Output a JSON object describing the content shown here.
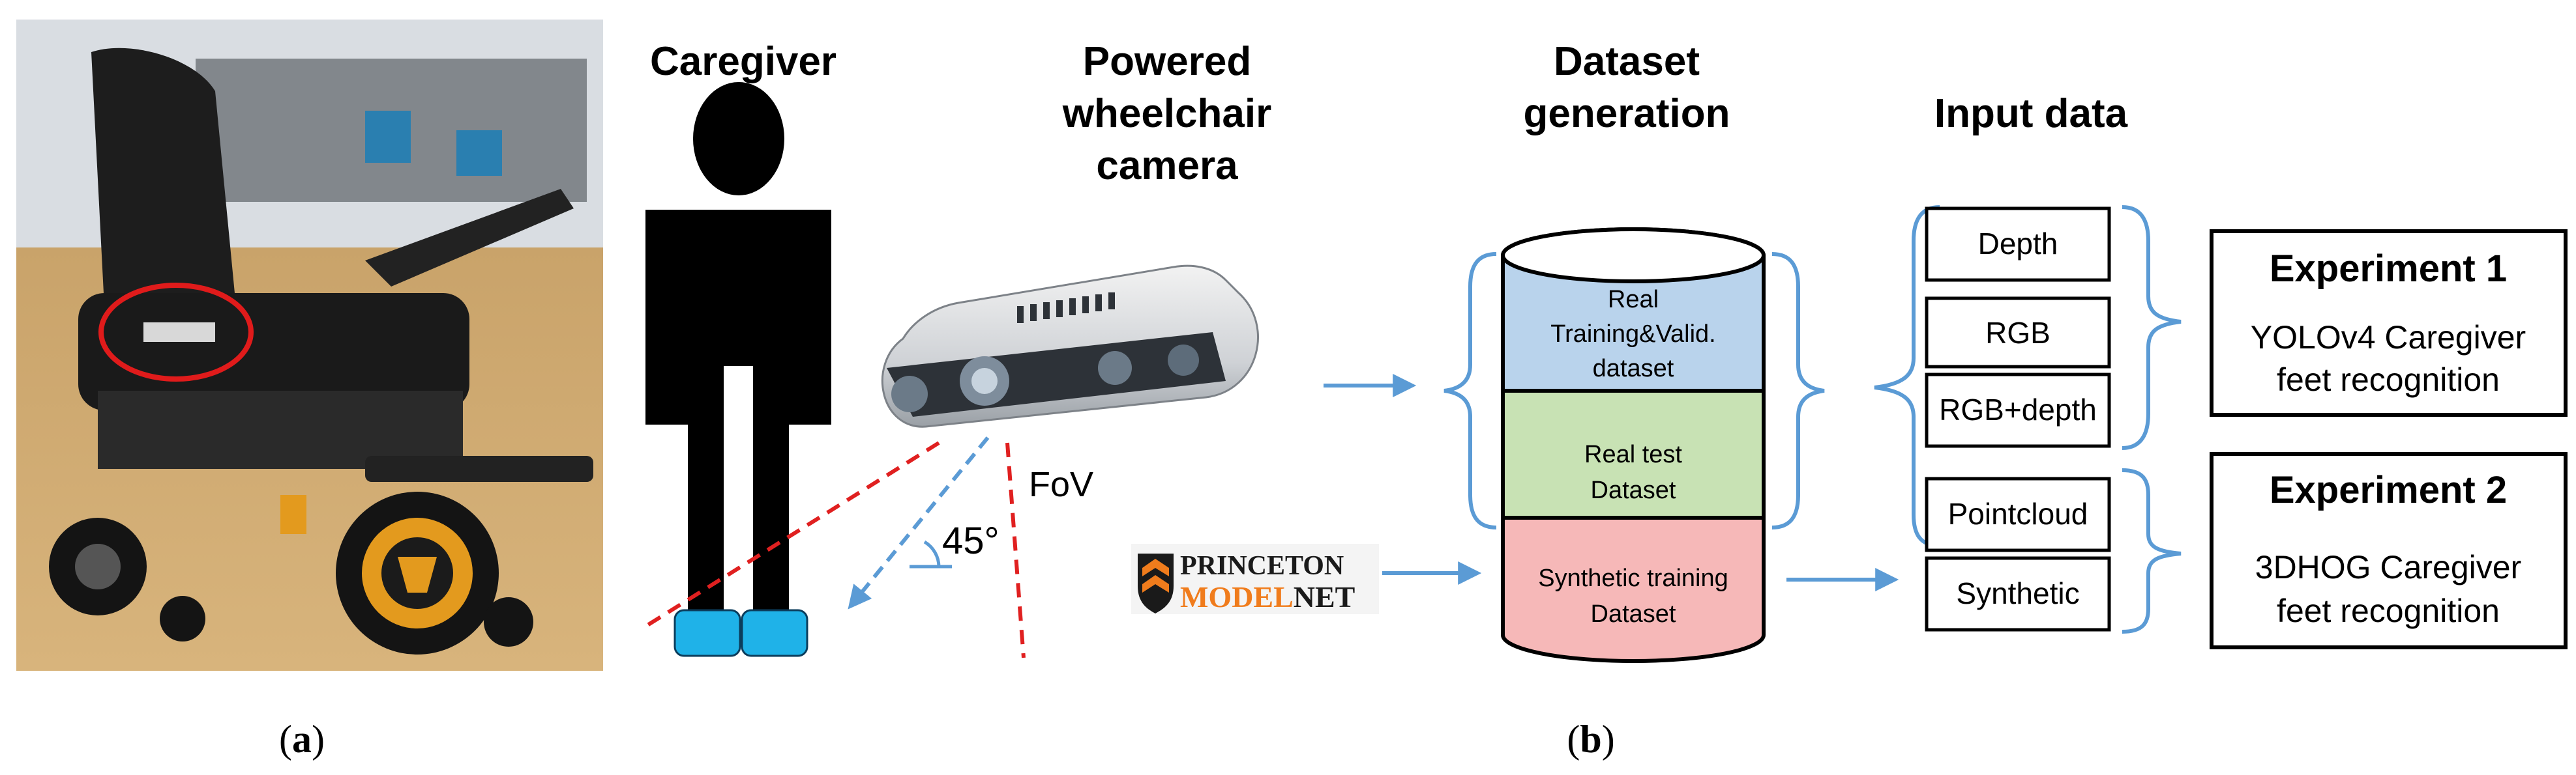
{
  "photo": {
    "description_free": true
  },
  "headers": {
    "caregiver": "Caregiver",
    "camera": [
      "Powered",
      "wheelchair",
      "camera"
    ],
    "dataset": [
      "Dataset",
      "generation"
    ],
    "input": "Input data"
  },
  "camera": {
    "fov_label": "FoV",
    "angle_label": "45°"
  },
  "logo": {
    "line1": "PRINCETON",
    "line2_a": "MODEL",
    "line2_b": "NET"
  },
  "cylinder": {
    "top": [
      "Real",
      "Training&Valid.",
      "dataset"
    ],
    "middle": [
      "Real test",
      "Dataset"
    ],
    "bottom": [
      "Synthetic training",
      "Dataset"
    ]
  },
  "inputs": [
    "Depth",
    "RGB",
    "RGB+depth",
    "Pointcloud",
    "Synthetic"
  ],
  "experiments": [
    {
      "title": "Experiment 1",
      "lines": [
        "YOLOv4 Caregiver",
        "feet recognition"
      ]
    },
    {
      "title": "Experiment 2",
      "lines": [
        "3DHOG Caregiver",
        "feet recognition"
      ]
    }
  ],
  "captions": {
    "a": "(a)",
    "b": "(b)"
  },
  "colors": {
    "arrow": "#5b9bd5",
    "cyl_top": "#b9d3ec",
    "cyl_mid": "#c8e2b4",
    "cyl_bot": "#f6b8b8",
    "feet": "#1fb2e8",
    "fov_red": "#e02020"
  }
}
